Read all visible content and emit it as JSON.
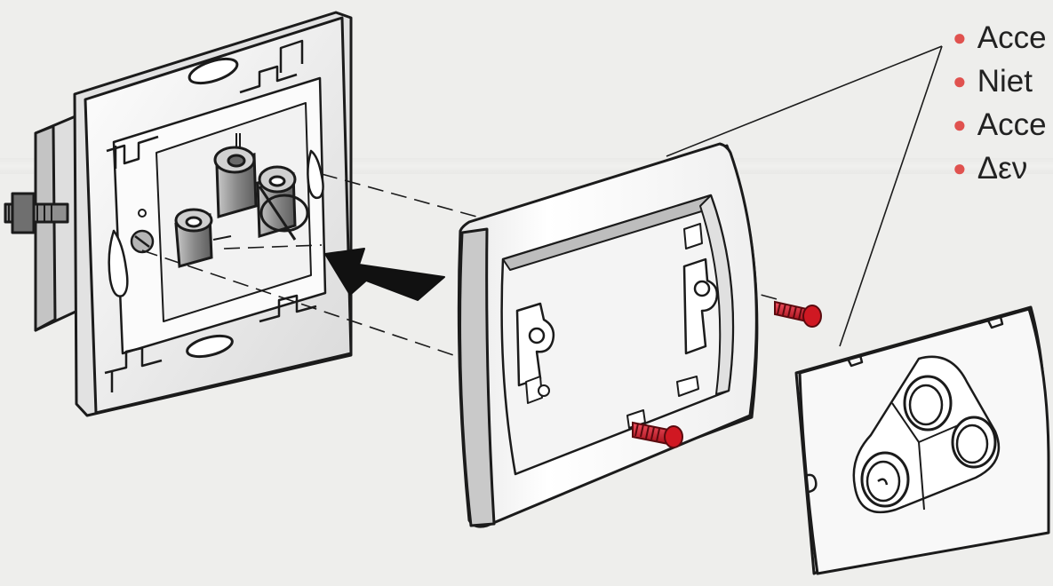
{
  "bullets": [
    {
      "icon": "red-bullet-icon",
      "text": "Acce"
    },
    {
      "icon": "red-bullet-icon",
      "text": "Niet"
    },
    {
      "icon": "red-bullet-icon",
      "text": "Acce"
    },
    {
      "icon": "red-bullet-icon",
      "text": "Δεν"
    }
  ],
  "colors": {
    "background": "#eeeeec",
    "line": "#1b1b1b",
    "part_fill": "#f7f7f7",
    "part_shadow": "#9a9a9a",
    "screw": "#d01822",
    "bullet": "#e0524f"
  },
  "parts": [
    {
      "name": "mounting-plate",
      "icon": "socket-base-icon"
    },
    {
      "name": "frame",
      "icon": "frame-icon"
    },
    {
      "name": "screws",
      "icon": "screw-icon",
      "count": 2
    },
    {
      "name": "cover-plate",
      "icon": "cover-plate-icon"
    },
    {
      "name": "assembly-arrow",
      "icon": "arrow-icon"
    }
  ]
}
